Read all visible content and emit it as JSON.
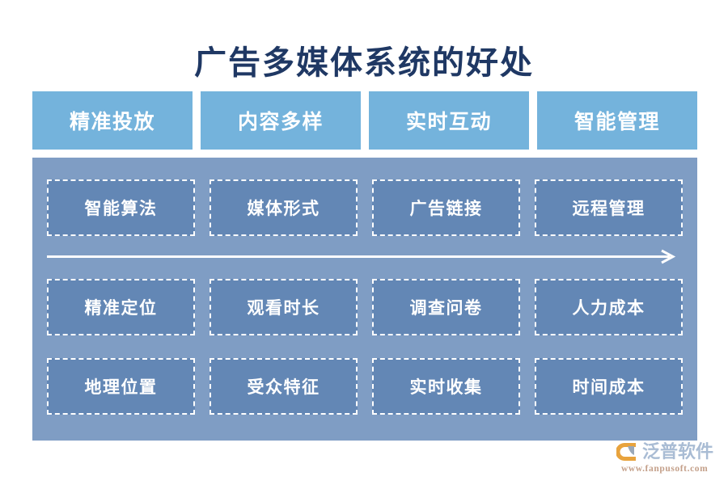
{
  "page": {
    "title": "广告多媒体系统的好处",
    "background": "#ffffff",
    "title_color": "#1f3864"
  },
  "header": {
    "tab_color": "#74b3dc",
    "tabs": [
      {
        "label": "精准投放"
      },
      {
        "label": "内容多样"
      },
      {
        "label": "实时互动"
      },
      {
        "label": "智能管理"
      }
    ]
  },
  "panel": {
    "background": "#7f9dc4",
    "card_color": "#6387b5",
    "border_color": "#ffffff",
    "rows": [
      {
        "name": "row-1",
        "cards": [
          {
            "label": "智能算法"
          },
          {
            "label": "媒体形式"
          },
          {
            "label": "广告链接"
          },
          {
            "label": "远程管理"
          }
        ]
      },
      {
        "name": "row-2",
        "cards": [
          {
            "label": "精准定位"
          },
          {
            "label": "观看时长"
          },
          {
            "label": "调查问卷"
          },
          {
            "label": "人力成本"
          }
        ]
      },
      {
        "name": "row-3",
        "cards": [
          {
            "label": "地理位置"
          },
          {
            "label": "受众特征"
          },
          {
            "label": "实时收集"
          },
          {
            "label": "时间成本"
          }
        ]
      }
    ],
    "arrow": {
      "icon": "arrow-right-icon",
      "color": "#ffffff",
      "direction": "right"
    }
  },
  "logo": {
    "mark_icon": "fanpu-swoosh-icon",
    "mark_color": "#e8a33d",
    "mark_accent_color": "#9aa8b8",
    "name": "泛普软件",
    "name_color": "#a9bcd4",
    "url": "www.fanpusoft.com",
    "url_color": "#c4a08a"
  }
}
